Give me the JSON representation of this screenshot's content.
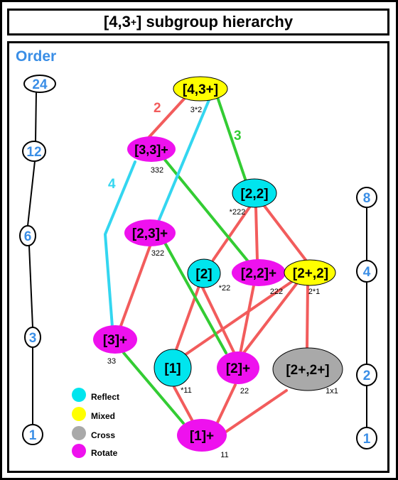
{
  "title": {
    "main": "[4,3",
    "sup": "+",
    "tail": "] subgroup hierarchy"
  },
  "order_heading": "Order",
  "orders_left": [
    "24",
    "12",
    "6",
    "3",
    "1"
  ],
  "orders_right": [
    "8",
    "4",
    "2",
    "1"
  ],
  "edge_labels": {
    "two": "2",
    "three": "3",
    "four": "4"
  },
  "colors": {
    "reflect": "#00e5ee",
    "mixed": "#ffff00",
    "cross": "#a9a9a9",
    "rotate": "#ee11ee",
    "edge_red": "#f25c5c",
    "edge_green": "#33cc33",
    "edge_cyan": "#33d6f0",
    "order_blue": "#3a8ee6"
  },
  "nodes": {
    "n43p": {
      "label": "[4,3+]",
      "sub": "3*2"
    },
    "n33p": {
      "label": "[3,3]+",
      "sub": "332"
    },
    "n22": {
      "label": "[2,2]",
      "sub": "*222"
    },
    "n23p": {
      "label": "[2,3]+",
      "sub": "322"
    },
    "n2": {
      "label": "[2]",
      "sub": "*22"
    },
    "n22p": {
      "label": "[2,2]+",
      "sub": "222"
    },
    "n2p2": {
      "label": "[2+,2]",
      "sub": "2*1"
    },
    "n3p": {
      "label": "[3]+",
      "sub": "33"
    },
    "n1": {
      "label": "[1]",
      "sub": "*11"
    },
    "n2p": {
      "label": "[2]+",
      "sub": "22"
    },
    "n2p2p": {
      "label": "[2+,2+]",
      "sub": "1x1"
    },
    "n1p": {
      "label": "[1]+",
      "sub": "11"
    }
  },
  "legend": [
    {
      "name": "Reflect",
      "color": "#00e5ee"
    },
    {
      "name": "Mixed",
      "color": "#ffff00"
    },
    {
      "name": "Cross",
      "color": "#a9a9a9"
    },
    {
      "name": "Rotate",
      "color": "#ee11ee"
    }
  ]
}
